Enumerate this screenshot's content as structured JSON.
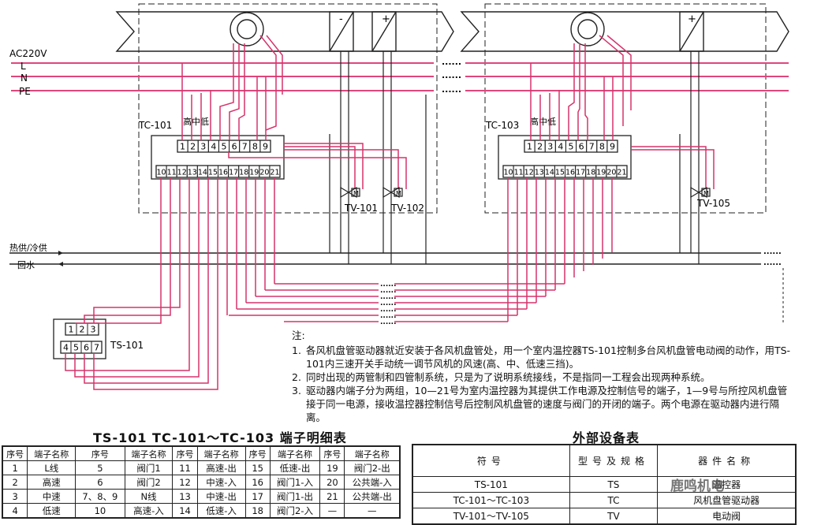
{
  "labels": {
    "supply": "AC220V",
    "line_l": "L",
    "line_n": "N",
    "line_pe": "PE",
    "supply_water": "热供/冷供",
    "return_water": "回水",
    "tc101": "TC-101",
    "tc103": "TC-103",
    "speed_tc101": "高中低",
    "speed_tc103": "高中低",
    "ts101": "TS-101",
    "tv101": "TV-101",
    "tv102": "TV-102",
    "tv105": "TV-105",
    "valve_m": "M",
    "minus": "-",
    "plus": "+",
    "dots": "......"
  },
  "top_terminals": [
    "1",
    "2",
    "3",
    "4",
    "5",
    "6",
    "7",
    "8",
    "9"
  ],
  "bottom_terminals": [
    "10",
    "11",
    "12",
    "13",
    "14",
    "15",
    "16",
    "17",
    "18",
    "19",
    "20",
    "21"
  ],
  "ts_top_terminals": [
    "1",
    "2",
    "3"
  ],
  "ts_bottom_terminals": [
    "4",
    "5",
    "6",
    "7"
  ],
  "notes": {
    "title": "注:",
    "items": [
      {
        "num": "1.",
        "text": "各风机盘管驱动器就近安装于各风机盘管处，用一个室内温控器TS-101控制多台风机盘管电动阀的动作，用TS-101内三速开关手动统一调节风机的风速(高、中、低速三挡)。"
      },
      {
        "num": "2.",
        "text": "同时出现的两管制和四管制系统，只是为了说明系统接线，不是指同一工程会出现两种系统。"
      },
      {
        "num": "3.",
        "text": "驱动器内端子分为两组，10—21号为室内温控器为其提供工作电源及控制信号的端子，1—9号与所控风机盘管接于同一电源，接收温控器控制信号后控制风机盘管的速度与阀门的开闭的端子。两个电源在驱动器内进行隔离。"
      }
    ]
  },
  "terminal_table": {
    "title": "TS-101 TC-101～TC-103 端子明细表",
    "headers": [
      "序号",
      "端子名称",
      "序号",
      "端子名称",
      "序号",
      "端子名称",
      "序号",
      "端子名称",
      "序号",
      "端子名称"
    ],
    "rows": [
      [
        "1",
        "L线",
        "5",
        "阀门1",
        "11",
        "高速-出",
        "15",
        "低速-出",
        "19",
        "阀门2-出"
      ],
      [
        "2",
        "高速",
        "6",
        "阀门2",
        "12",
        "中速-入",
        "16",
        "阀门1-入",
        "20",
        "公共端-入"
      ],
      [
        "3",
        "中速",
        "7、8、9",
        "N线",
        "13",
        "中速-出",
        "17",
        "阀门1-出",
        "21",
        "公共端-出"
      ],
      [
        "4",
        "低速",
        "10",
        "高速-入",
        "14",
        "低速-入",
        "18",
        "阀门2-入",
        "—",
        "—"
      ]
    ]
  },
  "equipment_table": {
    "title": "外部设备表",
    "headers": [
      "符号",
      "型号及规格",
      "器件名称"
    ],
    "rows": [
      [
        "TS-101",
        "TS",
        "温控器"
      ],
      [
        "TC-101～TC-103",
        "TC",
        "风机盘管驱动器"
      ],
      [
        "TV-101～TV-105",
        "TV",
        "电动阀"
      ]
    ]
  },
  "watermark": "鹿鸣机电",
  "colors": {
    "wire": "#d6336c",
    "line": "#222222",
    "pink_power": "#e0467c"
  }
}
